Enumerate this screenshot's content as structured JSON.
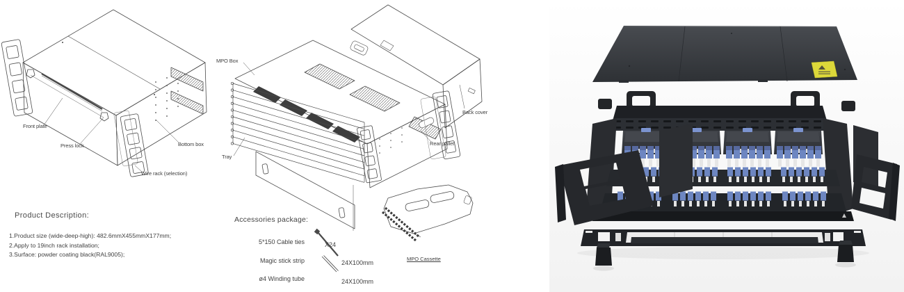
{
  "left_drawing": {
    "labels": {
      "front_plate": "Front plate",
      "press_lock": "Press lock",
      "bottom_box": "Bottom box",
      "wire_rack": "Wire rack (selection)"
    },
    "product_description": {
      "title": "Product Description:",
      "items": [
        "1.Product size (wide-deep-high): 482.6mmX455mmX177mm;",
        "2.Apply to 19inch rack installation;",
        "3.Surface: powder coating black(RAL9005);"
      ]
    }
  },
  "exploded_drawing": {
    "labels": {
      "mpo_box": "MPO Box",
      "tray": "Tray",
      "back_cover": "Back cover",
      "rear_pallet": "Rear pallet",
      "mpo_cassette": "MPO Cassette"
    },
    "accessories": {
      "title": "Accessories package:",
      "items": [
        {
          "name": "5*150 Cable ties",
          "spec": "X24"
        },
        {
          "name": "Magic stick strip",
          "spec": "24X100mm"
        },
        {
          "name": "ø4 Winding tube",
          "spec": "24X100mm"
        }
      ]
    }
  },
  "render_3d": {
    "colors": {
      "panel_black": "#1e2024",
      "cassette_gray": "#3a3d43",
      "connector_blue": "#6d86c1",
      "boot_white": "#e6e6e6",
      "warning_label_yellow": "#ddd83a",
      "line_art_gray": "#4a4a4a"
    }
  }
}
